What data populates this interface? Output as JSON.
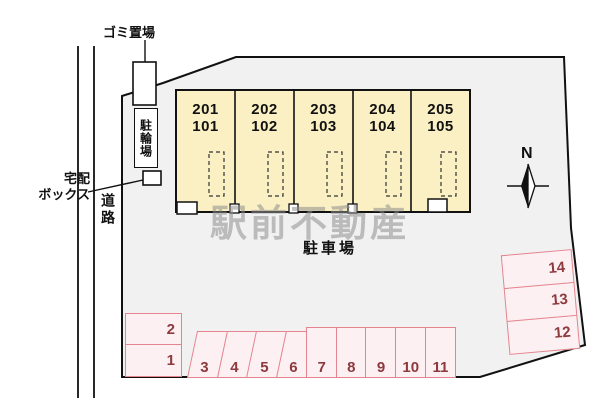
{
  "labels": {
    "garbage": "ゴミ置場",
    "bicycle_parking": "駐輪場",
    "delivery_box_line1": "宅配",
    "delivery_box_line2": "ボックス",
    "road": "道路",
    "parking_lot": "駐車場",
    "north": "N",
    "watermark": "駅前不動産"
  },
  "building": {
    "units": [
      {
        "upper": "201",
        "lower": "101"
      },
      {
        "upper": "202",
        "lower": "102"
      },
      {
        "upper": "203",
        "lower": "103"
      },
      {
        "upper": "204",
        "lower": "104"
      },
      {
        "upper": "205",
        "lower": "105"
      }
    ]
  },
  "parking": {
    "left": [
      "2",
      "1"
    ],
    "row_a": [
      "3",
      "4",
      "5",
      "6"
    ],
    "row_b": [
      "7",
      "8",
      "9",
      "10",
      "11"
    ],
    "right": [
      "14",
      "13",
      "12"
    ]
  },
  "colors": {
    "site_fill": "#f1f1f1",
    "building_fill": "#fbf0c4",
    "outline": "#111111",
    "parking_stroke": "#e4848f",
    "parking_fill": "#fcf0f2",
    "parking_number": "#8d3a3f"
  }
}
